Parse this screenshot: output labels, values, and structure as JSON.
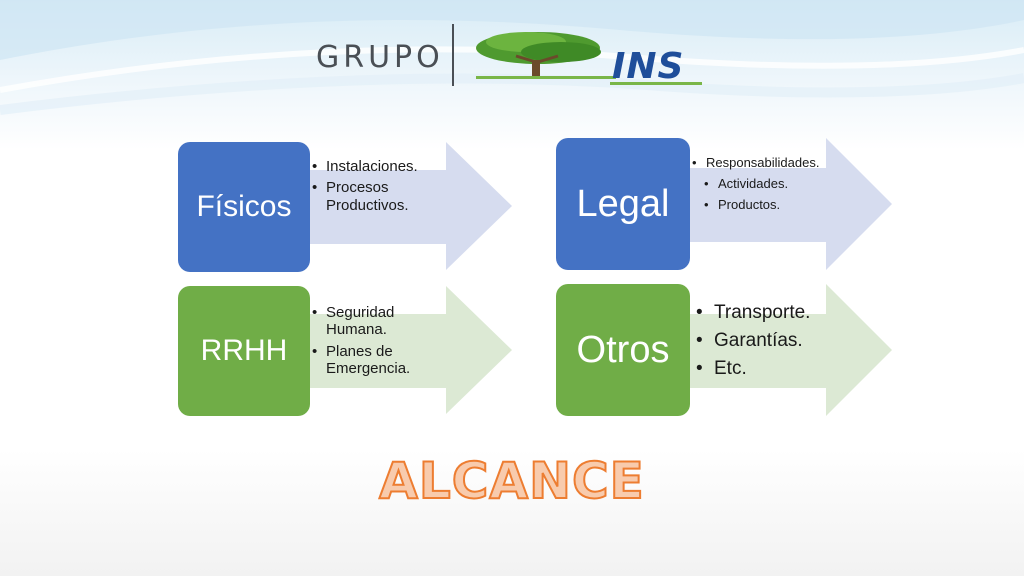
{
  "logo": {
    "grupo": "GRUPO",
    "ins": "INS"
  },
  "blocks": {
    "fisicos": {
      "label": "Físicos",
      "items": [
        "Instalaciones.",
        "Procesos Productivos."
      ]
    },
    "legal": {
      "label": "Legal",
      "items": [
        "Responsabilidades.",
        "Actividades.",
        "Productos."
      ]
    },
    "rrhh": {
      "label": "RRHH",
      "items": [
        "Seguridad Humana.",
        "Planes de Emergencia."
      ]
    },
    "otros": {
      "label": "Otros",
      "items": [
        "Transporte.",
        "Garantías.",
        "Etc."
      ]
    }
  },
  "title": "ALCANCE",
  "colors": {
    "blue": "#4472c4",
    "green": "#70ad47",
    "arrow_blue": "#d6dcef",
    "arrow_green": "#dce9d4",
    "title_fill": "#f8cbad",
    "title_stroke": "#ed7d31"
  }
}
